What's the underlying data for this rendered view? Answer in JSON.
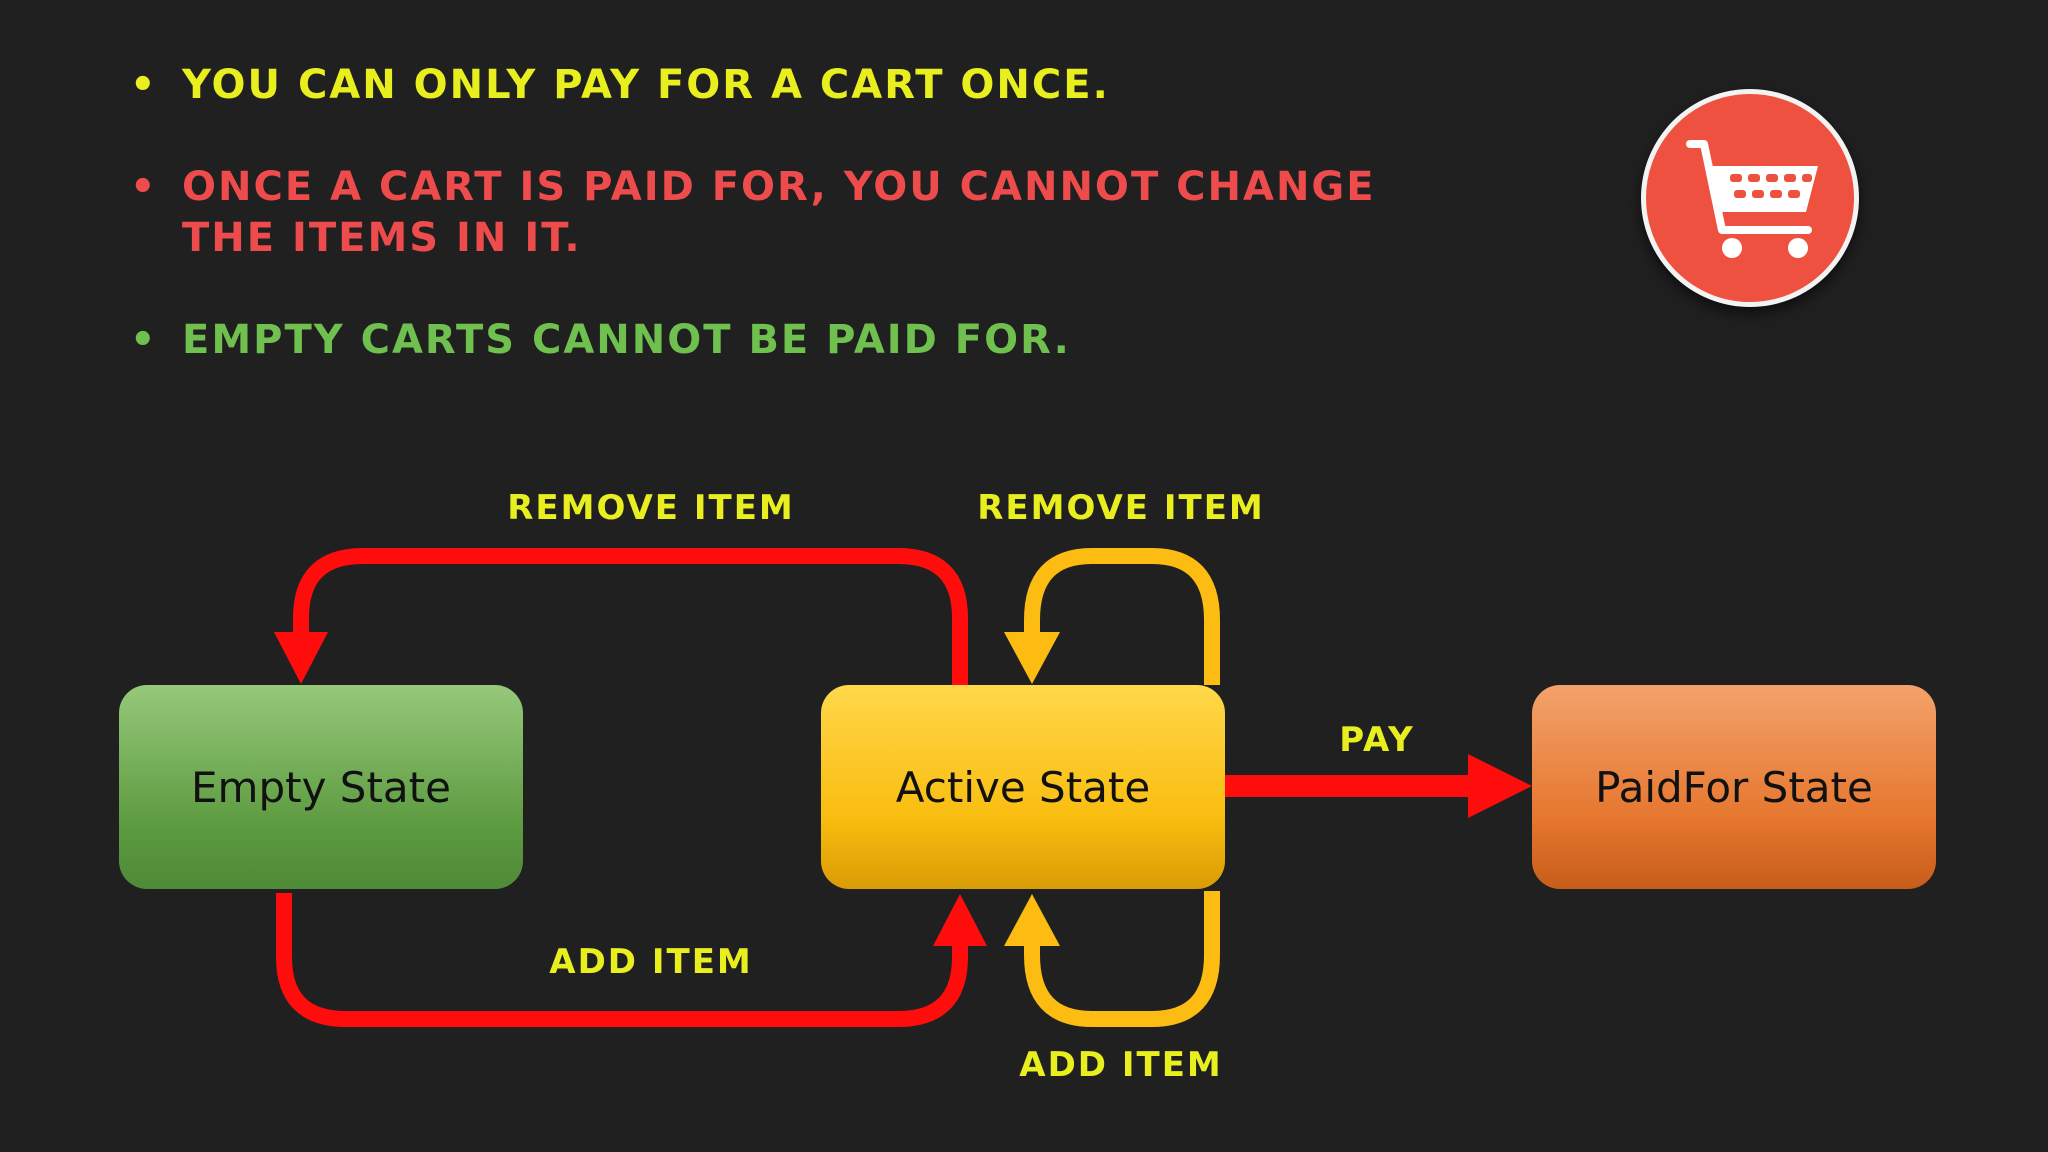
{
  "rules": [
    {
      "bullet": "•",
      "text": "YOU CAN ONLY PAY FOR A CART ONCE.",
      "color": "#e9ee1f"
    },
    {
      "bullet": "•",
      "text": "ONCE A CART IS PAID FOR, YOU CANNOT CHANGE THE ITEMS IN IT.",
      "color": "#ee4c4c"
    },
    {
      "bullet": "•",
      "text": "EMPTY CARTS CANNOT BE PAID FOR.",
      "color": "#6fc04f"
    }
  ],
  "cart_badge": {
    "icon": "shopping-cart-icon",
    "background": "#ee5140"
  },
  "states": {
    "empty": "Empty State",
    "active": "Active State",
    "paid": "PaidFor State"
  },
  "transitions": {
    "active_to_empty": "REMOVE ITEM",
    "active_self_top": "REMOVE ITEM",
    "empty_to_active": "ADD ITEM",
    "active_self_bottom": "ADD ITEM",
    "active_to_paid": "PAY"
  },
  "colors": {
    "background": "#202020",
    "label": "#e9ee1f",
    "red_arrow": "#ff0d0d",
    "yellow_arrow": "#fcbc12",
    "empty_state": "#5c9a3f",
    "active_state": "#f9bd10",
    "paid_state": "#e6772f"
  }
}
